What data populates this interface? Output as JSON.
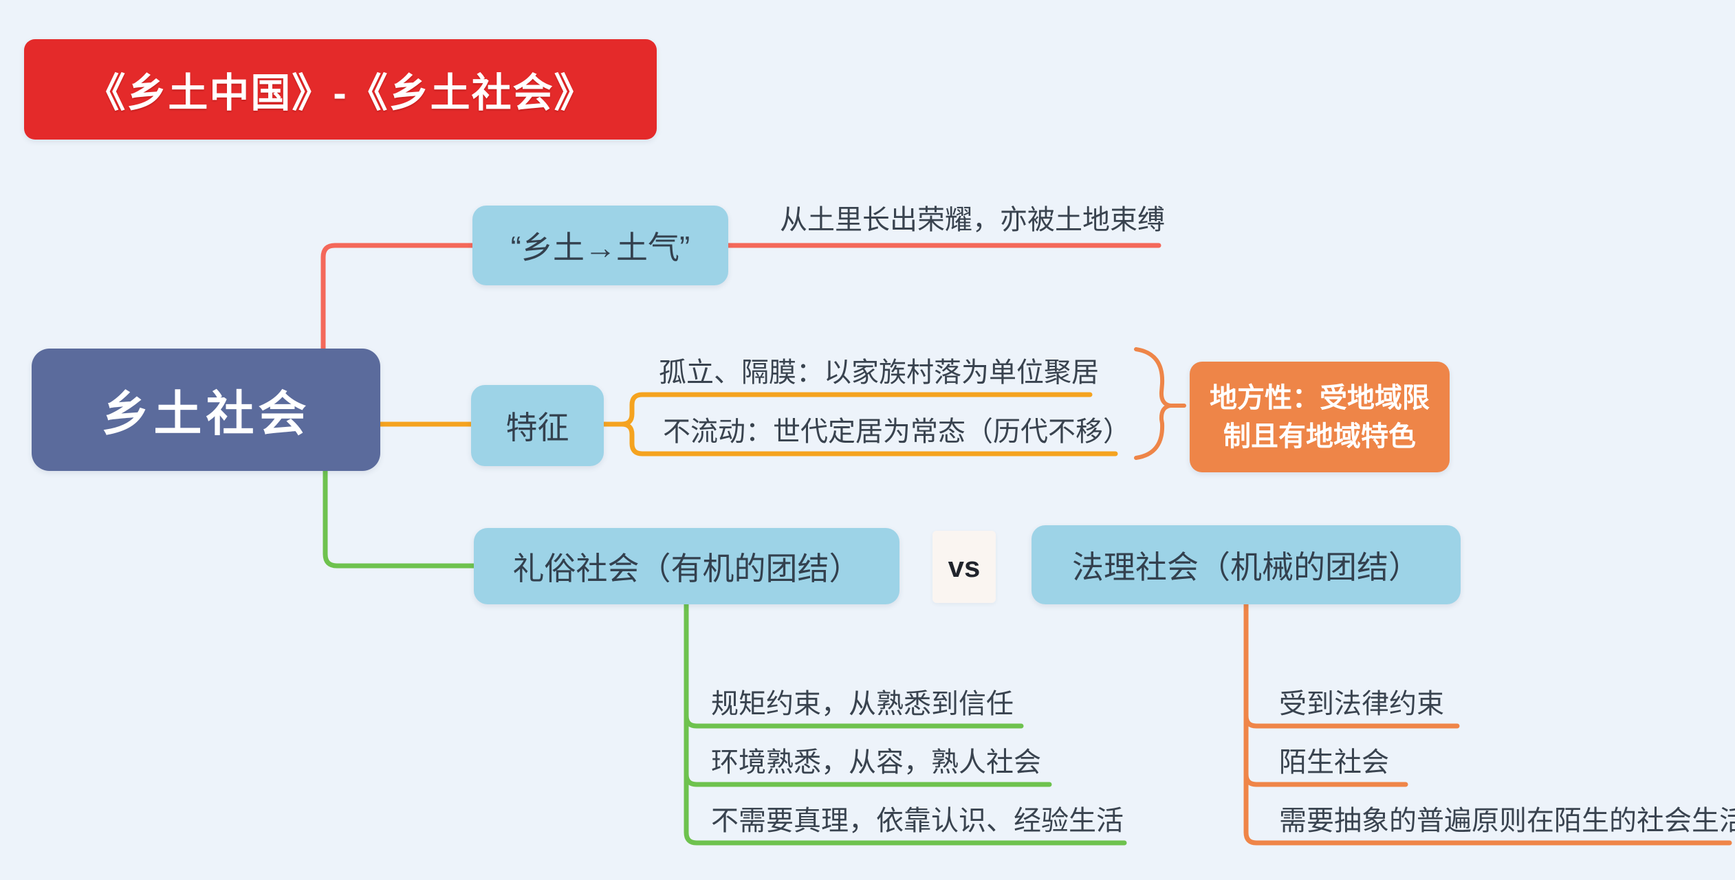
{
  "title": {
    "text": "《乡土中国》-《乡土社会》"
  },
  "root": {
    "label": "乡土社会"
  },
  "branches": {
    "soil": {
      "label": "“乡土→土气”",
      "note": "从土里长出荣耀，亦被土地束缚"
    },
    "features": {
      "label": "特征",
      "children": [
        "孤立、隔膜：以家族村落为单位聚居",
        "不流动：世代定居为常态（历代不移）"
      ],
      "summary": "地方性：受地域限制且有地域特色"
    },
    "comparison": {
      "vs": "vs",
      "left": {
        "label": "礼俗社会（有机的团结）",
        "children": [
          "规矩约束，从熟悉到信任",
          "环境熟悉，从容，熟人社会",
          "不需要真理，依靠认识、经验生活"
        ]
      },
      "right": {
        "label": "法理社会（机械的团结）",
        "children": [
          "受到法律约束",
          "陌生社会",
          "需要抽象的普遍原则在陌生的社会生活"
        ]
      }
    }
  },
  "colors": {
    "background": "#edf3fa",
    "banner_red": "#e42a2a",
    "root_slate": "#5b6b9c",
    "topic_blue": "#9dd3e7",
    "summary_orange": "#ee8548",
    "line_red": "#f4685a",
    "line_yellow": "#f5a31f",
    "line_green": "#6ec24e",
    "line_orange": "#ef8548",
    "text_dark": "#39434f"
  }
}
